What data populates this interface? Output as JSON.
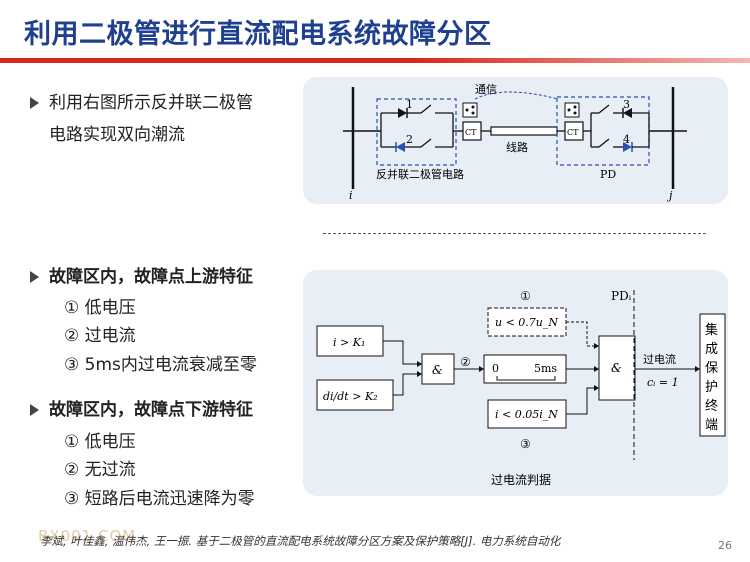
{
  "title": "利用二极管进行直流配电系统故障分区",
  "bullet1": {
    "line1": "利用右图所示反并联二极管",
    "line2": "电路实现双向潮流"
  },
  "bullet2": {
    "head": "故障区内，故障点上游特征",
    "items": [
      "① 低电压",
      "② 过电流",
      "③ 5ms内过电流衰减至零"
    ]
  },
  "bullet3": {
    "head": "故障区内，故障点下游特征",
    "items": [
      "① 低电压",
      "② 无过流",
      "③ 短路后电流迅速降为零"
    ]
  },
  "diagram1": {
    "label_comm": "通信",
    "label_line": "线路",
    "label_anti": "反并联二极管电路",
    "label_pd": "PD",
    "label_i": "i",
    "label_j": "j",
    "ct_left": "CT",
    "ct_right": "CT",
    "d1": "1",
    "d2": "2",
    "d3": "3",
    "d4": "4"
  },
  "diagram2": {
    "box_i": "i > K₁",
    "box_didt": "di/dt > K₂",
    "and1": "&",
    "and2": "&",
    "circ1": "①",
    "circ2": "②",
    "circ3": "③",
    "box_u": "u < 0.7u_N",
    "box_t0": "0",
    "box_t5": "5ms",
    "box_i05": "i < 0.05i_N",
    "label_pdi": "PDᵢ",
    "label_oc": "过电流",
    "label_ci": "cᵢ = 1",
    "terminal": "集成保护终端",
    "caption": "过电流判据"
  },
  "reference": "李斌, 叶佳鑫, 温伟杰, 王一振. 基于二极管的直流配电系统故障分区方案及保护策略[J]. 电力系统自动化",
  "watermark": "BX001.COM",
  "page_number": "26",
  "colors": {
    "title": "#1f3f8f",
    "accent": "#d9261c",
    "panel": "#e7eef6"
  }
}
